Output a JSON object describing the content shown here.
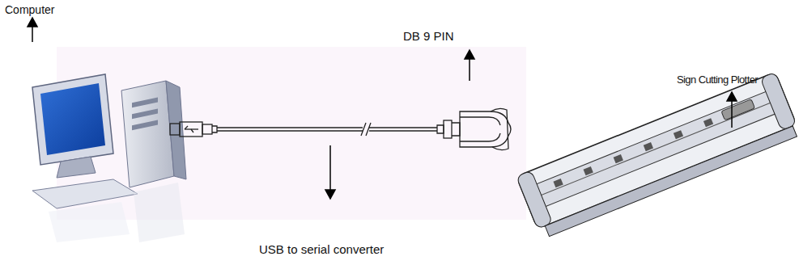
{
  "diagram": {
    "labels": [
      "Computer",
      "DB 9 PIN",
      "Sign Cutting Plotter",
      "USB to serial converter"
    ]
  }
}
